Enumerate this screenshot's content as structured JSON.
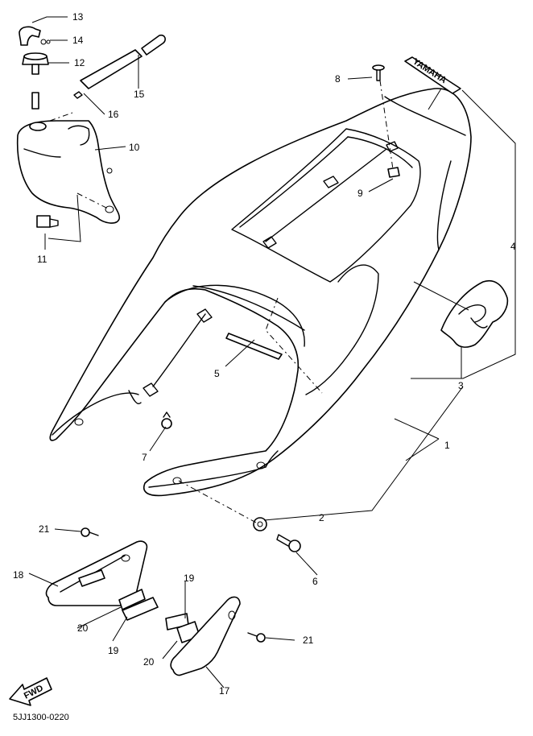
{
  "diagram": {
    "labels": {
      "p1": "1",
      "p2": "2",
      "p3": "3",
      "p4": "4",
      "p5": "5",
      "p6": "6",
      "p7": "7",
      "p8": "8",
      "p9": "9",
      "p10": "10",
      "p11": "11",
      "p12": "12",
      "p13": "13",
      "p14": "14",
      "p15": "15",
      "p16": "16",
      "p17": "17",
      "p18": "18",
      "p19a": "19",
      "p19b": "19",
      "p20a": "20",
      "p20b": "20",
      "p21a": "21",
      "p21b": "21"
    },
    "fwd_arrow": "FWD",
    "emblem_text": "YAMAHA",
    "diagram_code": "5JJ1300-0220"
  }
}
